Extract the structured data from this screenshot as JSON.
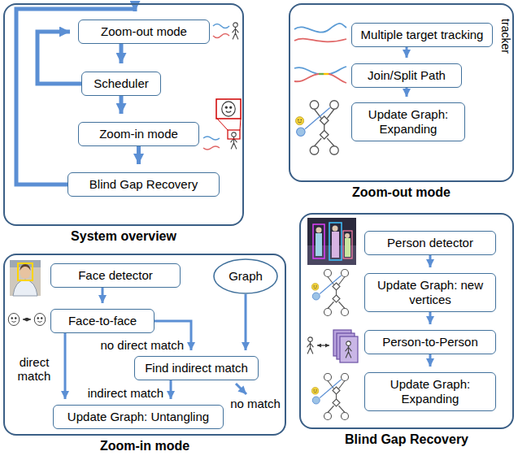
{
  "diagram": {
    "nodes": [
      {
        "text": [
          "System overview"
        ]
      },
      {
        "text": [
          "Zoom-out mode"
        ],
        "in": 0
      },
      {
        "text": [
          "Scheduler"
        ],
        "in": 0
      },
      {
        "text": [
          "Zoom-in mode"
        ],
        "in": 0
      },
      {
        "text": [
          "Blind Gap Recovery"
        ],
        "in": 0
      },
      {
        "text": [
          "Zoom-out mode"
        ]
      },
      {
        "text": [
          "Multiple target tracking"
        ],
        "in": 5
      },
      {
        "text": [
          "Join/Split Path"
        ],
        "in": 5
      },
      {
        "text": [
          "Update Graph: Expanding"
        ],
        "in": 5
      },
      {
        "text": [
          "Zoom-in mode"
        ]
      },
      {
        "text": [
          "Face detector"
        ],
        "in": 9
      },
      {
        "text": [
          "Face-to-face"
        ],
        "in": 9
      },
      {
        "text": [
          "Graph"
        ],
        "in": 9
      },
      {
        "text": [
          "Find indirect match"
        ],
        "in": 9
      },
      {
        "text": [
          "Update Graph: Untangling"
        ],
        "in": 9
      },
      {
        "text": [
          "Blind Gap Recovery"
        ]
      },
      {
        "text": [
          "Person detector"
        ],
        "in": 15
      },
      {
        "text": [
          "Update Graph: new vertices"
        ],
        "in": 15
      },
      {
        "text": [
          "Person-to-Person"
        ],
        "in": 15
      },
      {
        "text": [
          "Update Graph: Expanding"
        ],
        "in": 15
      }
    ],
    "edges": [
      {
        "from": 1,
        "to": 2,
        "arrow": "to"
      },
      {
        "from": 2,
        "to": 3,
        "arrow": "to"
      },
      {
        "from": 3,
        "to": 4,
        "arrow": "to"
      },
      {
        "from": 2,
        "to": 1,
        "arrow": "to"
      },
      {
        "from": 4,
        "to": 1,
        "arrow": "to"
      },
      {
        "from": 6,
        "to": 7,
        "arrow": "to"
      },
      {
        "from": 7,
        "to": 8,
        "arrow": "to"
      },
      {
        "from": 10,
        "to": 11,
        "arrow": "to"
      },
      {
        "from": 11,
        "to": 14,
        "label": "direct match",
        "arrow": "to"
      },
      {
        "from": 11,
        "to": 13,
        "label": "no direct match",
        "arrow": "to"
      },
      {
        "from": 12,
        "to": 13,
        "arrow": "to"
      },
      {
        "from": 13,
        "to": 14,
        "label": "indirect match",
        "arrow": "to"
      },
      {
        "from": 16,
        "to": 17,
        "arrow": "to"
      },
      {
        "from": 17,
        "to": 18,
        "arrow": "to"
      },
      {
        "from": 18,
        "to": 19,
        "arrow": "to"
      }
    ],
    "labels": [
      "tracker",
      "no match"
    ]
  }
}
